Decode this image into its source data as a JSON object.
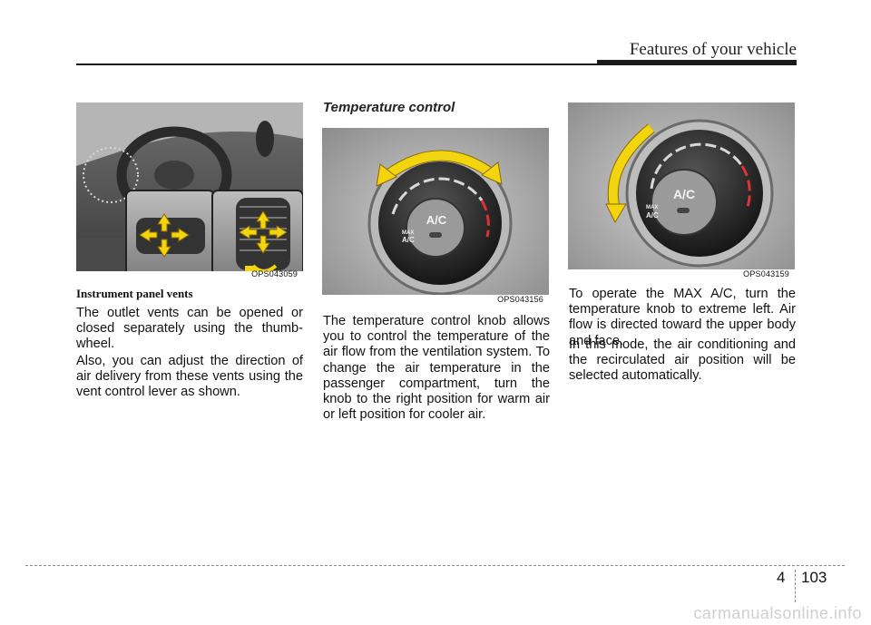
{
  "header": {
    "title": "Features of your vehicle"
  },
  "figures": {
    "vents": {
      "code": "OPS043059"
    },
    "knob_right": {
      "code": "OPS043156",
      "knob_label": "A/C",
      "max_label_1": "MAX",
      "max_label_2": "A/C"
    },
    "knob_left": {
      "code": "OPS043159",
      "knob_label": "A/C",
      "max_label_1": "MAX",
      "max_label_2": "A/C"
    }
  },
  "col1": {
    "heading": "Instrument panel vents",
    "p1": "The outlet vents can be opened or closed separately using the thumb-wheel.",
    "p2": "Also, you can adjust the direction of air delivery from these vents using the vent control lever as shown."
  },
  "col2": {
    "heading": "Temperature control",
    "p1": "The temperature control knob allows you to control the temperature of the air flow from the ventilation system. To change the air temperature in the passenger compartment, turn the knob to the right position for warm air or left position for cooler air."
  },
  "col3": {
    "p1": "To operate the MAX A/C, turn the temperature knob to extreme left. Air flow is directed toward the upper body and face.",
    "p2": "In this mode, the air conditioning and the recirculated air position will be selected automatically."
  },
  "footer": {
    "chapter": "4",
    "page": "103"
  },
  "watermark": "carmanualsonline.info",
  "colors": {
    "arrow_yellow": "#f2d40f",
    "arrow_outline": "#8a6a00"
  }
}
